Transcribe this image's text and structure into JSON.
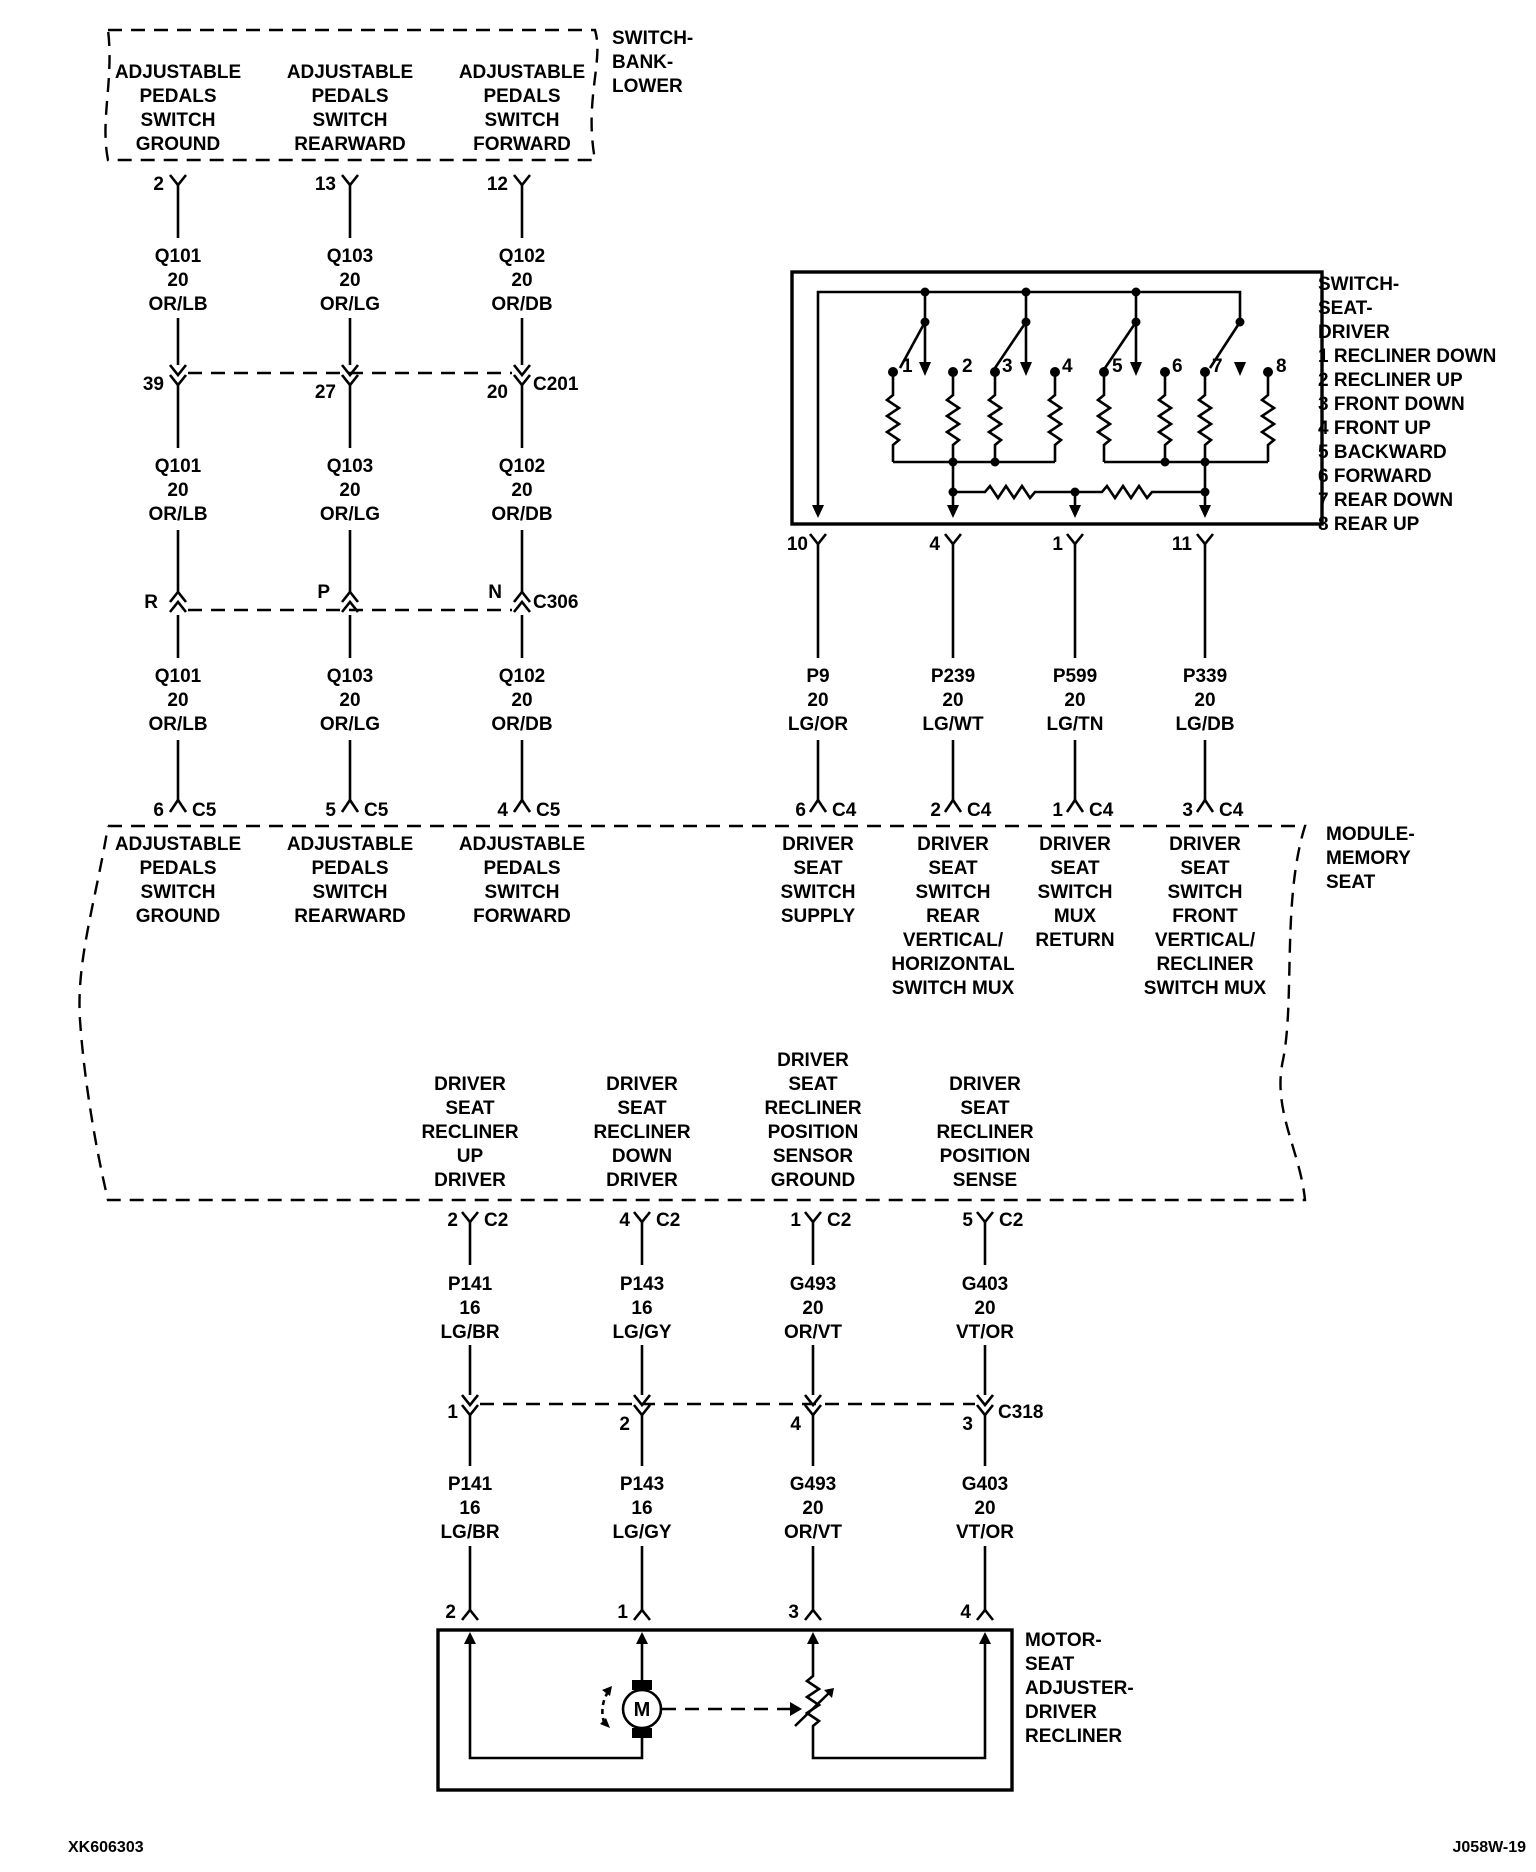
{
  "switch_bank": {
    "title": [
      "SWITCH-",
      "BANK-",
      "LOWER"
    ],
    "functions": [
      [
        "ADJUSTABLE",
        "PEDALS",
        "SWITCH",
        "GROUND"
      ],
      [
        "ADJUSTABLE",
        "PEDALS",
        "SWITCH",
        "REARWARD"
      ],
      [
        "ADJUSTABLE",
        "PEDALS",
        "SWITCH",
        "FORWARD"
      ]
    ],
    "pins": [
      "2",
      "13",
      "12"
    ]
  },
  "pedal_circuits": [
    {
      "circuit": "Q101",
      "gauge": "20",
      "color": "OR/LB"
    },
    {
      "circuit": "Q103",
      "gauge": "20",
      "color": "OR/LG"
    },
    {
      "circuit": "Q102",
      "gauge": "20",
      "color": "OR/DB"
    }
  ],
  "c201": {
    "name": "C201",
    "pins": [
      "39",
      "27",
      "20"
    ]
  },
  "c306": {
    "name": "C306",
    "pins": [
      "R",
      "P",
      "N"
    ]
  },
  "c5": {
    "name": "C5",
    "pins": [
      "6",
      "5",
      "4"
    ]
  },
  "seat_switch": {
    "title": [
      "SWITCH-",
      "SEAT-",
      "DRIVER"
    ],
    "legend": [
      "1 RECLINER DOWN",
      "2 RECLINER UP",
      "3 FRONT DOWN",
      "4 FRONT UP",
      "5 BACKWARD",
      "6 FORWARD",
      "7 REAR DOWN",
      "8 REAR UP"
    ],
    "switch_numbers": [
      "1",
      "2",
      "3",
      "4",
      "5",
      "6",
      "7",
      "8"
    ],
    "pins": [
      "10",
      "4",
      "1",
      "11"
    ]
  },
  "seat_circuits": [
    {
      "circuit": "P9",
      "gauge": "20",
      "color": "LG/OR"
    },
    {
      "circuit": "P239",
      "gauge": "20",
      "color": "LG/WT"
    },
    {
      "circuit": "P599",
      "gauge": "20",
      "color": "LG/TN"
    },
    {
      "circuit": "P339",
      "gauge": "20",
      "color": "LG/DB"
    }
  ],
  "c4": {
    "name": "C4",
    "pins": [
      "6",
      "2",
      "1",
      "3"
    ]
  },
  "module": {
    "title": [
      "MODULE-",
      "MEMORY",
      "SEAT"
    ],
    "upper_functions": [
      [
        "ADJUSTABLE",
        "PEDALS",
        "SWITCH",
        "GROUND"
      ],
      [
        "ADJUSTABLE",
        "PEDALS",
        "SWITCH",
        "REARWARD"
      ],
      [
        "ADJUSTABLE",
        "PEDALS",
        "SWITCH",
        "FORWARD"
      ],
      [
        "DRIVER",
        "SEAT",
        "SWITCH",
        "SUPPLY"
      ],
      [
        "DRIVER",
        "SEAT",
        "SWITCH",
        "REAR",
        "VERTICAL/",
        "HORIZONTAL",
        "SWITCH MUX"
      ],
      [
        "DRIVER",
        "SEAT",
        "SWITCH",
        "MUX",
        "RETURN"
      ],
      [
        "DRIVER",
        "SEAT",
        "SWITCH",
        "FRONT",
        "VERTICAL/",
        "RECLINER",
        "SWITCH MUX"
      ]
    ],
    "lower_functions": [
      [
        "DRIVER",
        "SEAT",
        "RECLINER",
        "UP",
        "DRIVER"
      ],
      [
        "DRIVER",
        "SEAT",
        "RECLINER",
        "DOWN",
        "DRIVER"
      ],
      [
        "DRIVER",
        "SEAT",
        "RECLINER",
        "POSITION",
        "SENSOR",
        "GROUND"
      ],
      [
        "DRIVER",
        "SEAT",
        "RECLINER",
        "POSITION",
        "SENSE"
      ]
    ]
  },
  "c2": {
    "name": "C2",
    "pins": [
      "2",
      "4",
      "1",
      "5"
    ]
  },
  "recliner_circuits": [
    {
      "circuit": "P141",
      "gauge": "16",
      "color": "LG/BR"
    },
    {
      "circuit": "P143",
      "gauge": "16",
      "color": "LG/GY"
    },
    {
      "circuit": "G493",
      "gauge": "20",
      "color": "OR/VT"
    },
    {
      "circuit": "G403",
      "gauge": "20",
      "color": "VT/OR"
    }
  ],
  "c318": {
    "name": "C318",
    "pins": [
      "1",
      "2",
      "4",
      "3"
    ]
  },
  "motor": {
    "title": [
      "MOTOR-",
      "SEAT",
      "ADJUSTER-",
      "DRIVER",
      "RECLINER"
    ],
    "pins": [
      "2",
      "1",
      "3",
      "4"
    ],
    "symbol": "M"
  },
  "footer": {
    "left_code": "XK606303",
    "right_code": "J058W-19"
  }
}
